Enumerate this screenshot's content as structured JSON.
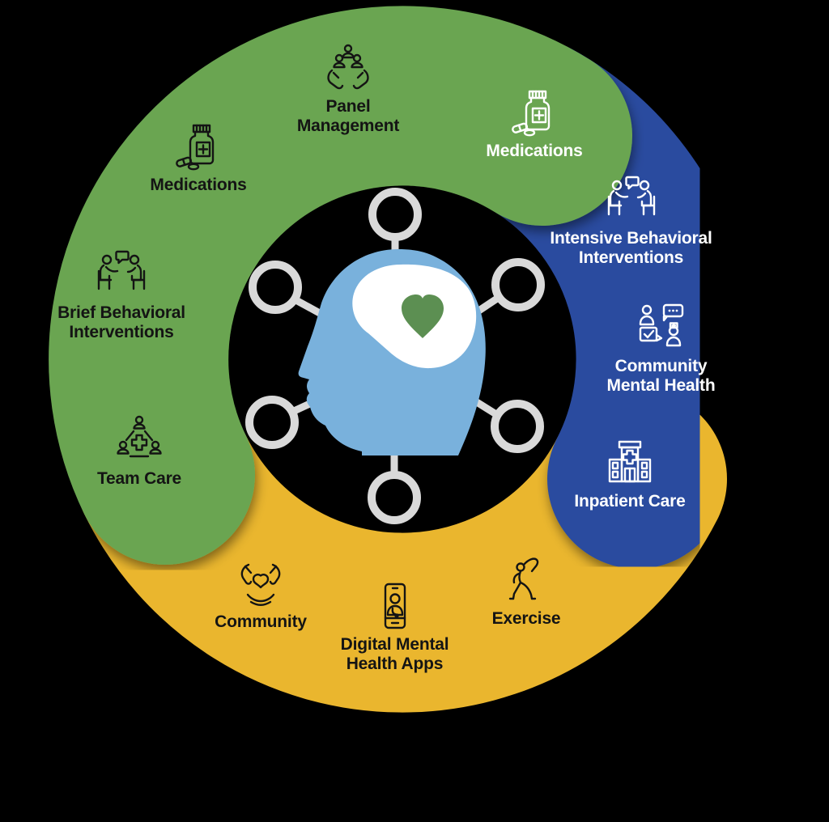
{
  "colors": {
    "background": "#000000",
    "segment_green": "#6aa551",
    "segment_blue": "#2c4c9f",
    "segment_yellow": "#eab62e",
    "head_blue": "#79b1dc",
    "brain_white": "#ffffff",
    "heart_green": "#5c8f52",
    "network_gray": "#d9d9d9",
    "label_on_green": "#141414",
    "label_on_blue": "#ffffff",
    "label_on_yellow": "#141414"
  },
  "center": {
    "icon": "head-profile-with-brain-heart-and-network-icon"
  },
  "segments": [
    {
      "id": "green",
      "color": "#6aa551",
      "items": [
        {
          "label": "Panel Management",
          "icon": "hands-holding-people-icon"
        },
        {
          "label": "Medications",
          "icon": "pill-bottle-icon"
        },
        {
          "label": "Brief Behavioral Interventions",
          "icon": "counseling-session-icon"
        },
        {
          "label": "Team Care",
          "icon": "team-triangle-cross-icon"
        }
      ]
    },
    {
      "id": "blue",
      "color": "#2c4c9f",
      "items": [
        {
          "label": "Medications",
          "icon": "pill-bottle-icon"
        },
        {
          "label": "Intensive Behavioral Interventions",
          "icon": "counseling-session-icon"
        },
        {
          "label": "Community Mental Health",
          "icon": "patient-provider-chat-icon"
        },
        {
          "label": "Inpatient Care",
          "icon": "hospital-building-icon"
        }
      ]
    },
    {
      "id": "yellow",
      "color": "#eab62e",
      "items": [
        {
          "label": "Community",
          "icon": "hands-around-heart-icon"
        },
        {
          "label": "Digital Mental Health Apps",
          "icon": "smartphone-doctor-icon"
        },
        {
          "label": "Exercise",
          "icon": "stretching-person-icon"
        }
      ]
    }
  ]
}
